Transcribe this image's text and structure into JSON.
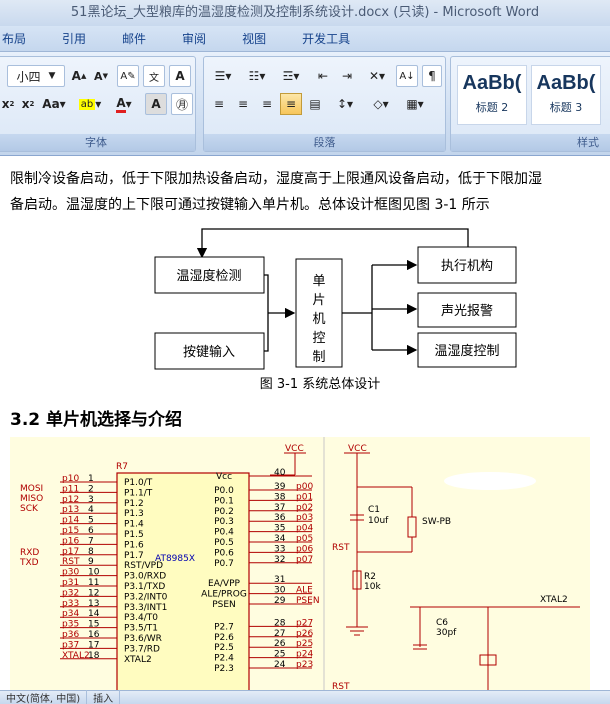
{
  "window": {
    "title": "51黑论坛_大型粮库的温湿度检测及控制系统设计.docx (只读) - Microsoft Word"
  },
  "tabs": [
    "布局",
    "引用",
    "邮件",
    "审阅",
    "视图",
    "开发工具"
  ],
  "ribbon": {
    "font_size": "小四",
    "font_group_label": "字体",
    "para_group_label": "段落",
    "styles_group_label": "样式",
    "style_sample": "AaBb(",
    "style_samples": [
      "AaBb(",
      "AaBb("
    ],
    "style_names": [
      "标题 2",
      "标题 3"
    ]
  },
  "document": {
    "line1": "限制冷设备启动，低于下限加热设备启动，湿度高于上限通风设备启动，低于下限加湿",
    "line2": "备启动。温湿度的上下限可通过按键输入单片机。总体设计框图见图 3-1 所示",
    "heading": "3.2  单片机选择与介绍",
    "diagram": {
      "caption": "图 3-1  系统总体设计",
      "left_boxes": [
        "温湿度检测",
        "按键输入"
      ],
      "center_box": [
        "单",
        "片",
        "机",
        "控",
        "制"
      ],
      "right_boxes": [
        "执行机构",
        "声光报警",
        "温湿度控制"
      ]
    },
    "schematic": {
      "chip_name": "AT8985X",
      "ref": "R7",
      "vcc": "VCC",
      "left_pins": [
        {
          "net": "p10",
          "num": "1",
          "name": "P1.0/T"
        },
        {
          "net": "p11",
          "num": "2",
          "name": "P1.1/T"
        },
        {
          "net": "p12",
          "num": "3",
          "name": "P1.2"
        },
        {
          "net": "p13",
          "num": "4",
          "name": "P1.3"
        },
        {
          "net": "p14",
          "num": "5",
          "name": "P1.4"
        },
        {
          "net": "p15",
          "num": "6",
          "name": "P1.5"
        },
        {
          "net": "p16",
          "num": "7",
          "name": "P1.6"
        },
        {
          "net": "p17",
          "num": "8",
          "name": "P1.7"
        },
        {
          "net": "RST",
          "num": "9",
          "name": "RST/VPD"
        },
        {
          "net": "p30",
          "num": "10",
          "name": "P3.0/RXD"
        },
        {
          "net": "p31",
          "num": "11",
          "name": "P3.1/TXD"
        },
        {
          "net": "p32",
          "num": "12",
          "name": "P3.2/INT0"
        },
        {
          "net": "p33",
          "num": "13",
          "name": "P3.3/INT1"
        },
        {
          "net": "p34",
          "num": "14",
          "name": "P3.4/T0"
        },
        {
          "net": "p35",
          "num": "15",
          "name": "P3.5/T1"
        },
        {
          "net": "p36",
          "num": "16",
          "name": "P3.6/WR"
        },
        {
          "net": "p37",
          "num": "17",
          "name": "P3.7/RD"
        },
        {
          "net": "XTAL2",
          "num": "18",
          "name": "XTAL2"
        }
      ],
      "right_pins": [
        {
          "net": "",
          "num": "40",
          "name": "Vcc"
        },
        {
          "net": "p00",
          "num": "39",
          "name": "P0.0"
        },
        {
          "net": "p01",
          "num": "38",
          "name": "P0.1"
        },
        {
          "net": "p02",
          "num": "37",
          "name": "P0.2"
        },
        {
          "net": "p03",
          "num": "36",
          "name": "P0.3"
        },
        {
          "net": "p04",
          "num": "35",
          "name": "P0.4"
        },
        {
          "net": "p05",
          "num": "34",
          "name": "P0.5"
        },
        {
          "net": "p06",
          "num": "33",
          "name": "P0.6"
        },
        {
          "net": "p07",
          "num": "32",
          "name": "P0.7"
        },
        {
          "net": "",
          "num": "31",
          "name": "EA/VPP"
        },
        {
          "net": "ALE",
          "num": "30",
          "name": "ALE/PROG"
        },
        {
          "net": "PSEN",
          "num": "29",
          "name": "PSEN"
        },
        {
          "net": "p27",
          "num": "28",
          "name": "P2.7"
        },
        {
          "net": "p26",
          "num": "27",
          "name": "P2.6"
        },
        {
          "net": "p25",
          "num": "26",
          "name": "P2.5"
        },
        {
          "net": "p24",
          "num": "25",
          "name": "P2.4"
        },
        {
          "net": "p23",
          "num": "24",
          "name": "P2.3"
        }
      ],
      "side_labels": [
        "MOSI",
        "MISO",
        "SCK",
        "RXD",
        "TXD"
      ],
      "right_circuit": {
        "vcc": "VCC",
        "c1": "C1",
        "c1_val": "10uf",
        "sw": "SW-PB",
        "rst": "RST",
        "r2": "R2",
        "r2_val": "10k",
        "c6": "C6",
        "c6_val": "30pf",
        "xtal": "XTAL2",
        "rst2": "RST"
      }
    }
  },
  "statusbar": {
    "lang": "中文(简体, 中国)",
    "mode": "插入"
  }
}
